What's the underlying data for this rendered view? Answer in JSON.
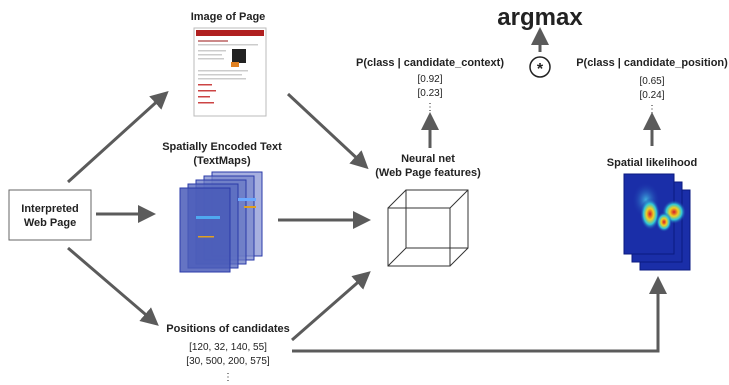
{
  "title": "argmax",
  "nodes": {
    "input": {
      "line1": "Interpreted",
      "line2": "Web Page"
    },
    "image_of_page": {
      "label": "Image of Page"
    },
    "textmaps": {
      "line1": "Spatially Encoded Text",
      "line2": "(TextMaps)"
    },
    "positions": {
      "label": "Positions of candidates",
      "values": [
        "[120, 32, 140, 55]",
        "[30, 500, 200, 575]"
      ],
      "ellipsis": "⋮"
    },
    "neural_net": {
      "line1": "Neural net",
      "line2": "(Web Page features)"
    },
    "context_prob": {
      "label": "P(class | candidate_context)",
      "values": [
        "[0.92]",
        "[0.23]"
      ],
      "ellipsis": "⋮"
    },
    "position_prob": {
      "label": "P(class | candidate_position)",
      "values": [
        "[0.65]",
        "[0.24]"
      ],
      "ellipsis": "⋮"
    },
    "spatial": {
      "label": "Spatial likelihood"
    },
    "multiply": {
      "symbol": "*"
    }
  },
  "colors": {
    "arrow": "#5b5b5b",
    "textmap_fill": "#5a6cc0",
    "textmap_dark": "#2a3aa8",
    "heat_base": "#1a2ea8"
  }
}
